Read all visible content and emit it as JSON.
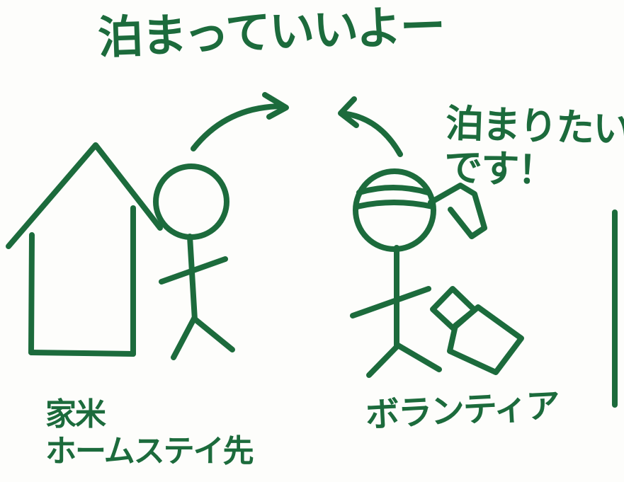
{
  "speech": {
    "host": "泊まっていいよー",
    "volunteer": "泊まりたいです！"
  },
  "labels": {
    "host_line1": "家米",
    "host_line2": "ホームステイ先",
    "volunteer": "ボランティア"
  },
  "colors": {
    "ink": "#1c6b3c",
    "paper": "#fdfdfb"
  }
}
